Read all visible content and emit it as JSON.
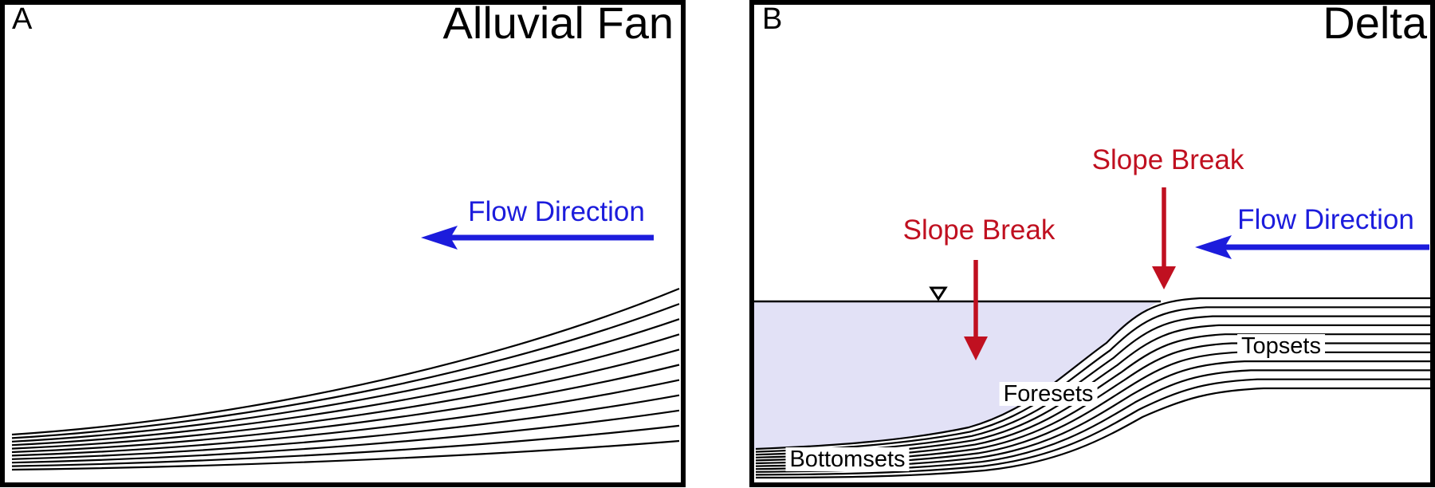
{
  "figure": {
    "colors": {
      "flow_blue": "#1C1CDC",
      "slope_red": "#C01020",
      "water_fill": "#E2E1F6",
      "ink": "#000000"
    },
    "panel_a": {
      "corner_label": "A",
      "title": "Alluvial Fan",
      "flow_direction_label": "Flow Direction"
    },
    "panel_b": {
      "corner_label": "B",
      "title": "Delta",
      "flow_direction_label": "Flow Direction",
      "upper_slope_break_label": "Slope Break",
      "lower_slope_break_label": "Slope Break",
      "topsets_label": "Topsets",
      "foresets_label": "Foresets",
      "bottomsets_label": "Bottomsets"
    }
  }
}
